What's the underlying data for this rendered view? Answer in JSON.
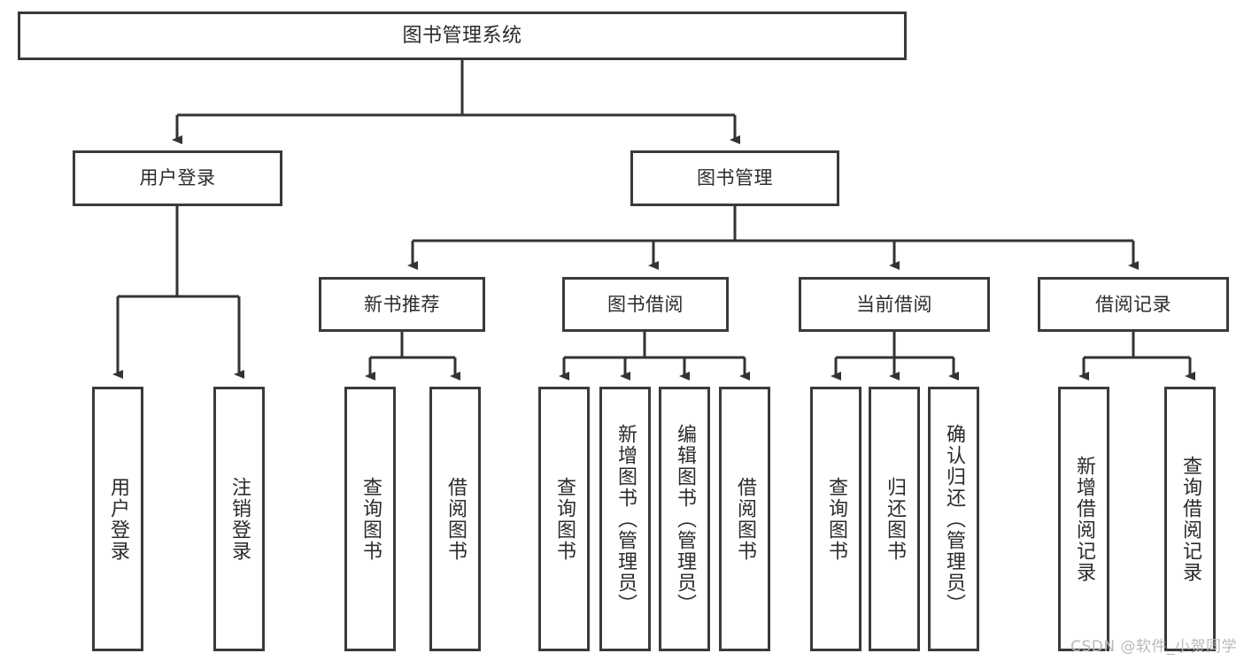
{
  "diagram": {
    "title": "图书管理系统",
    "type": "tree-hierarchy-diagram",
    "colors": {
      "box_border": "#3a3a3a",
      "box_fill": "#ffffff",
      "edge": "#333333",
      "text": "#2b2b2b",
      "watermark": "#b9b9b9",
      "background": "#ffffff"
    },
    "nodes": {
      "root": {
        "label": "图书管理系统"
      },
      "level1": [
        {
          "label": "用户登录"
        },
        {
          "label": "图书管理"
        }
      ],
      "level2": [
        {
          "label": "新书推荐"
        },
        {
          "label": "图书借阅"
        },
        {
          "label": "当前借阅"
        },
        {
          "label": "借阅记录"
        }
      ],
      "leaves_user_login": [
        {
          "label": "用户登录"
        },
        {
          "label": "注销登录"
        }
      ],
      "leaves_new_book": [
        {
          "label": "查询图书"
        },
        {
          "label": "借阅图书"
        }
      ],
      "leaves_borrow": [
        {
          "label": "查询图书"
        },
        {
          "label": "新增图书（管理员）"
        },
        {
          "label": "编辑图书（管理员）"
        },
        {
          "label": "借阅图书"
        }
      ],
      "leaves_current": [
        {
          "label": "查询图书"
        },
        {
          "label": "归还图书"
        },
        {
          "label": "确认归还（管理员）"
        }
      ],
      "leaves_record": [
        {
          "label": "新增借阅记录"
        },
        {
          "label": "查询借阅记录"
        }
      ]
    },
    "watermark": "CSDN @软件_小贺同学"
  }
}
